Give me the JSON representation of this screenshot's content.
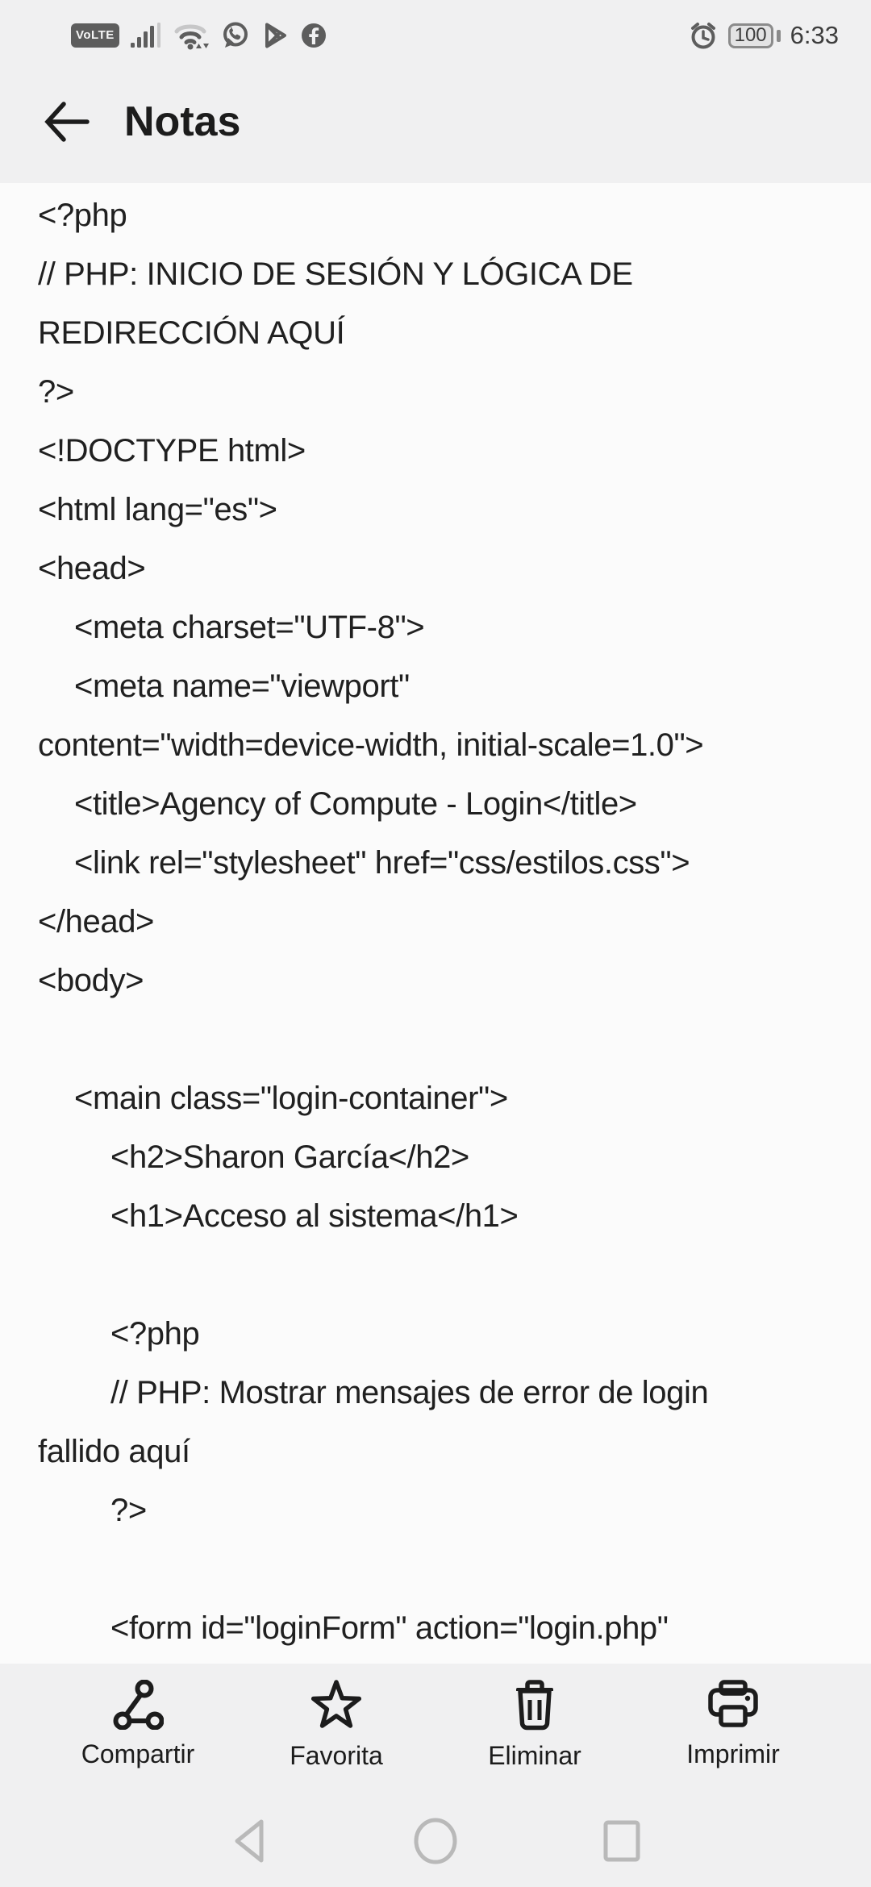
{
  "status_bar": {
    "volte_label": "VoLTE",
    "battery_level": "100",
    "time": "6:33"
  },
  "header": {
    "title": "Notas"
  },
  "note": {
    "lines": [
      {
        "indent": 0,
        "text": "<?php"
      },
      {
        "indent": 0,
        "text": "// PHP: INICIO DE SESIÓN Y LÓGICA DE"
      },
      {
        "indent": 0,
        "text": "REDIRECCIÓN AQUÍ"
      },
      {
        "indent": 0,
        "text": "?>"
      },
      {
        "indent": 0,
        "text": "<!DOCTYPE html>"
      },
      {
        "indent": 0,
        "text": "<html lang=\"es\">"
      },
      {
        "indent": 0,
        "text": "<head>"
      },
      {
        "indent": 1,
        "text": "<meta charset=\"UTF-8\">"
      },
      {
        "indent": 1,
        "text": "<meta name=\"viewport\""
      },
      {
        "indent": 0,
        "text": "content=\"width=device-width, initial-scale=1.0\">"
      },
      {
        "indent": 1,
        "text": "<title>Agency of Compute - Login</title>"
      },
      {
        "indent": 1,
        "text": "<link rel=\"stylesheet\" href=\"css/estilos.css\">"
      },
      {
        "indent": 0,
        "text": "</head>"
      },
      {
        "indent": 0,
        "text": "<body>"
      },
      {
        "indent": 0,
        "text": ""
      },
      {
        "indent": 1,
        "text": "<main class=\"login-container\">"
      },
      {
        "indent": 2,
        "text": "<h2>Sharon García</h2>"
      },
      {
        "indent": 2,
        "text": "<h1>Acceso al sistema</h1>"
      },
      {
        "indent": 0,
        "text": ""
      },
      {
        "indent": 2,
        "text": "<?php"
      },
      {
        "indent": 2,
        "text": "// PHP: Mostrar mensajes de error de login"
      },
      {
        "indent": 0,
        "text": "fallido aquí"
      },
      {
        "indent": 2,
        "text": "?>"
      },
      {
        "indent": 0,
        "text": ""
      },
      {
        "indent": 2,
        "text": "<form id=\"loginForm\" action=\"login.php\""
      }
    ]
  },
  "toolbar": {
    "items": [
      {
        "icon": "share-icon",
        "label": "Compartir"
      },
      {
        "icon": "star-icon",
        "label": "Favorita"
      },
      {
        "icon": "trash-icon",
        "label": "Eliminar"
      },
      {
        "icon": "printer-icon",
        "label": "Imprimir"
      }
    ]
  },
  "nav_bar": {
    "items": [
      {
        "icon": "back-triangle-icon",
        "label": "back"
      },
      {
        "icon": "home-circle-icon",
        "label": "home"
      },
      {
        "icon": "recents-square-icon",
        "label": "recents"
      }
    ]
  },
  "colors": {
    "chrome_bg": "#f0f0f1",
    "content_bg": "#fbfbfb",
    "text": "#202020",
    "status_icon": "#5d5d5d",
    "nav_icon": "#b9b9b9"
  }
}
